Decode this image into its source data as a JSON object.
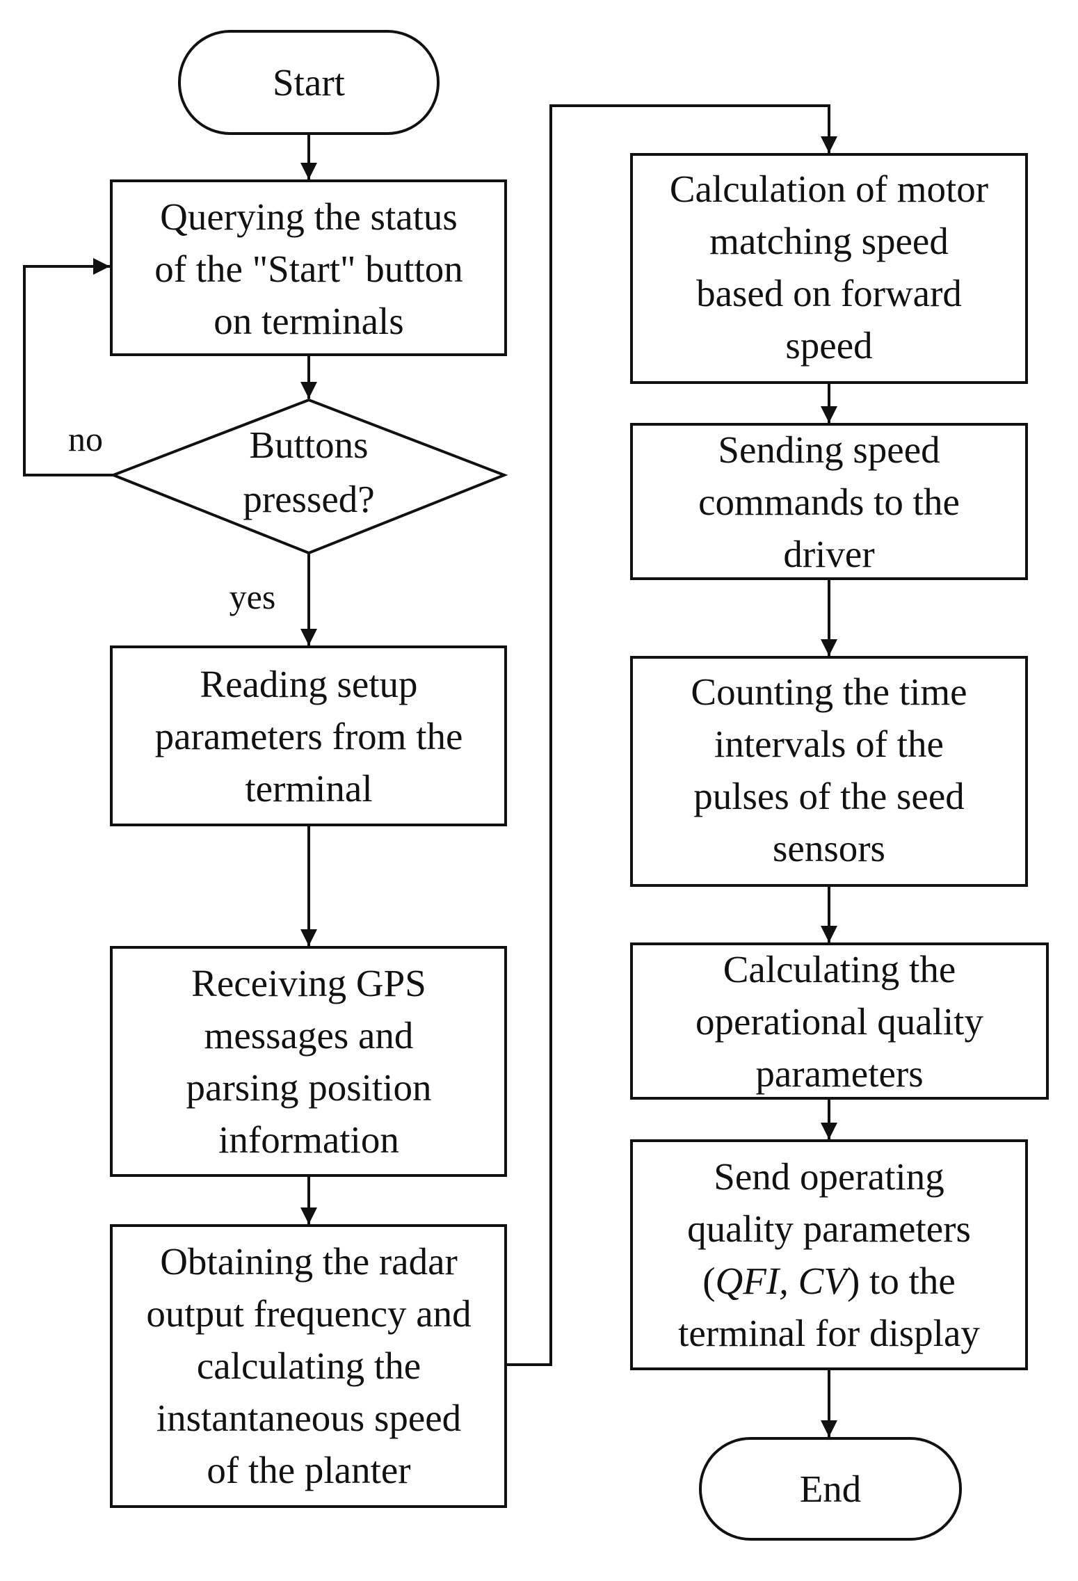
{
  "diagram": {
    "start_label": "Start",
    "end_label": "End",
    "nodes": {
      "query": [
        "Querying the status",
        "of the \"Start\" button",
        "on  terminals"
      ],
      "decision": [
        "Buttons",
        "pressed?"
      ],
      "read_setup": [
        "Reading setup",
        "parameters from the",
        "terminal"
      ],
      "gps": [
        "Receiving GPS",
        "messages and",
        "parsing position",
        "information"
      ],
      "radar": [
        "Obtaining the radar",
        "output frequency and",
        "calculating the",
        "instantaneous speed",
        "of the planter"
      ],
      "motor_speed": [
        "Calculation of motor",
        "matching speed",
        "based on forward",
        "speed"
      ],
      "send_speed": [
        "Sending speed",
        "commands to the",
        "driver"
      ],
      "count_pulses": [
        "Counting the time",
        "intervals of the",
        "pulses of the seed",
        "sensors"
      ],
      "calc_quality": [
        "Calculating the",
        "operational quality",
        "parameters"
      ],
      "send_quality": {
        "line1": "Send operating",
        "line2": "quality parameters",
        "line3_open": "(",
        "line3_italic": "QFI, CV",
        "line3_close": ") to the",
        "line4": "terminal for display"
      }
    },
    "edge_labels": {
      "no": "no",
      "yes": "yes"
    }
  }
}
